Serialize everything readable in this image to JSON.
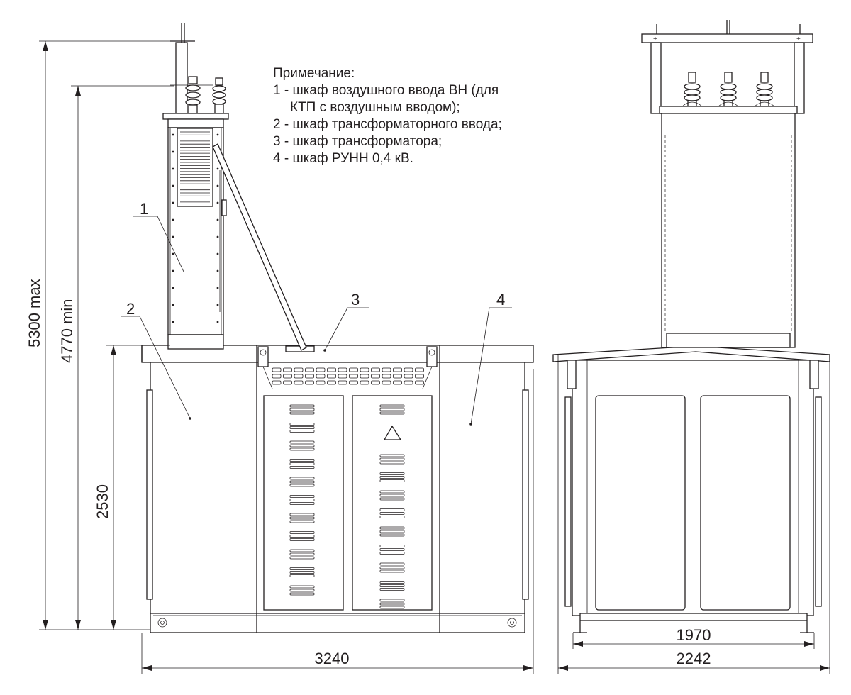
{
  "notes": {
    "title": "Примечание:",
    "items": [
      "1 - шкаф воздушного ввода ВН (для",
      "КТП с воздушным вводом);",
      "2 - шкаф трансформаторного ввода;",
      "3 - шкаф трансформатора;",
      "4 - шкаф РУНН 0,4 кВ."
    ]
  },
  "callouts": [
    "1",
    "2",
    "3",
    "4"
  ],
  "dimensions": {
    "height_max": "5300 max",
    "height_min": "4770 min",
    "body_height": "2530",
    "front_width": "3240",
    "side_inner_width": "1970",
    "side_width": "2242"
  }
}
